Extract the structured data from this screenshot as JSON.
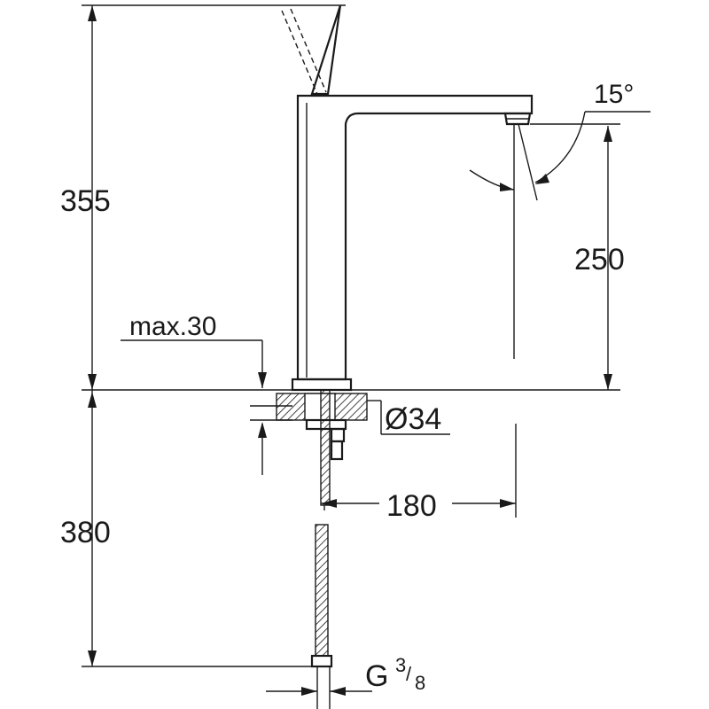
{
  "drawing": {
    "dimensions": {
      "height_above_deck": "355",
      "spout_height": "250",
      "max_deck_thickness": "max.30",
      "hole_diameter": "Ø34",
      "spout_reach": "180",
      "hose_length": "380",
      "connection_thread_main": "G",
      "connection_thread_num": "3",
      "connection_thread_den": "8",
      "spray_angle": "15°"
    }
  }
}
